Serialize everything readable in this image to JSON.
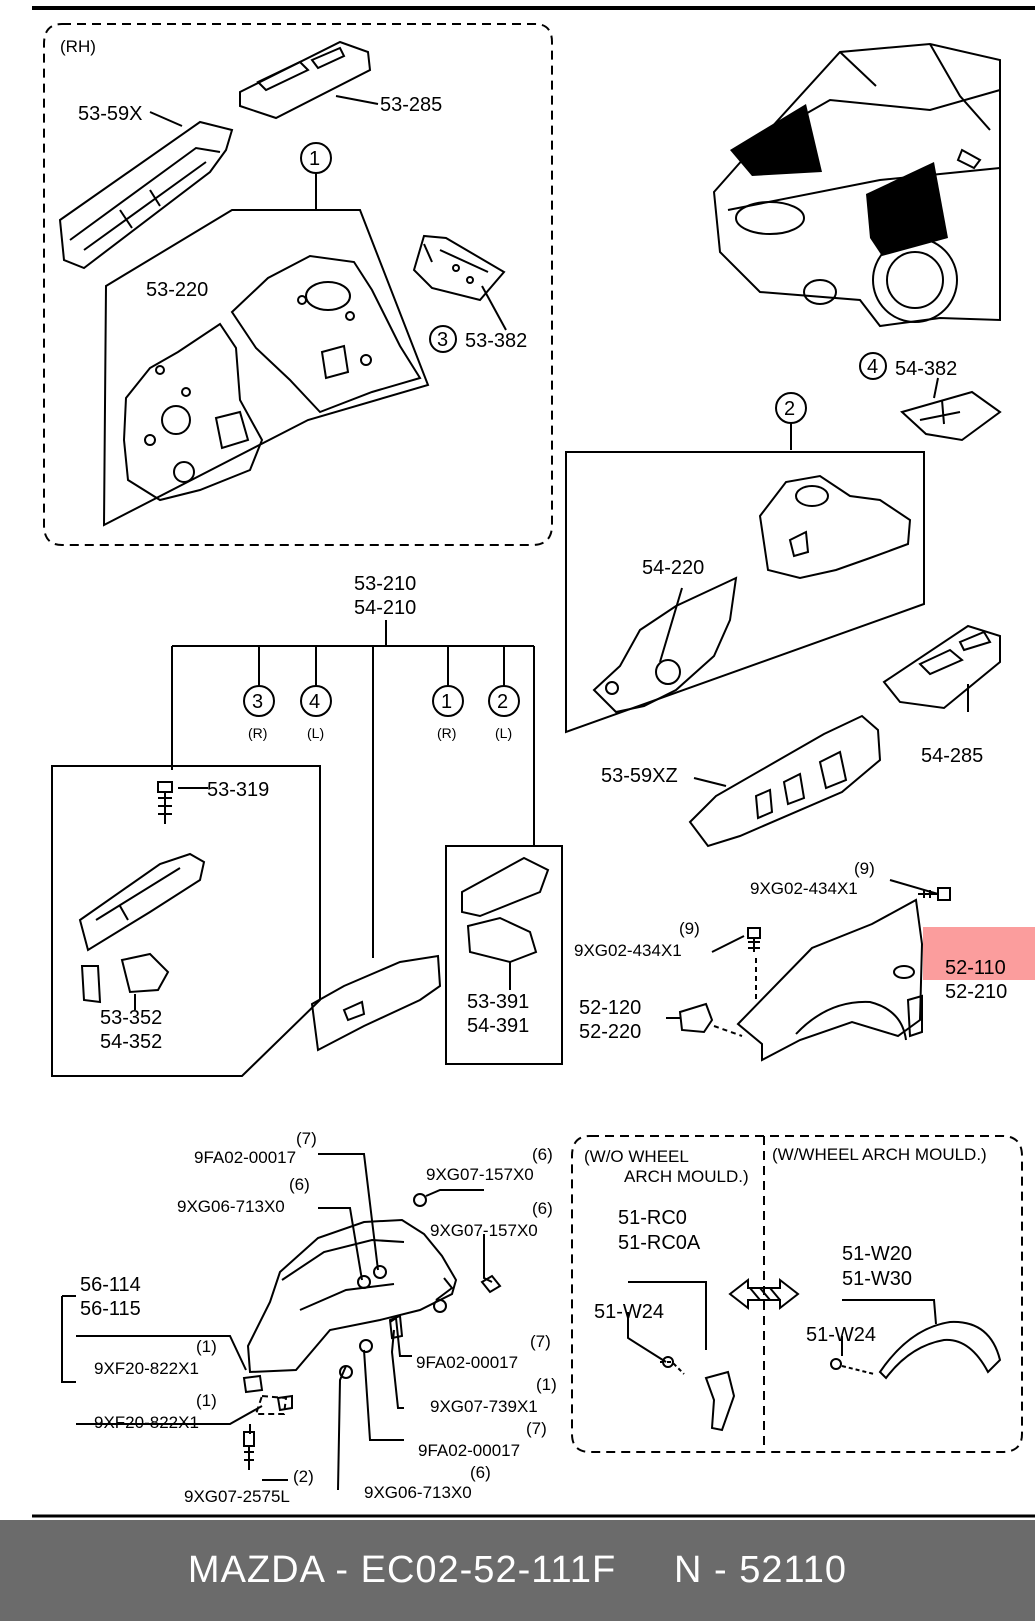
{
  "labels": {
    "rh": "(RH)",
    "p53_59x": "53-59X",
    "p53_285": "53-285",
    "p53_220": "53-220",
    "p53_382": "53-382",
    "p54_382": "54-382",
    "p54_220": "54-220",
    "p54_285": "54-285",
    "p53_210": "53-210",
    "p54_210": "54-210",
    "p53_319": "53-319",
    "p53_352": "53-352",
    "p54_352": "54-352",
    "p53_391": "53-391",
    "p54_391": "54-391",
    "p53_59xz": "53-59XZ",
    "bolt_upper": "9XG02-434X1",
    "bolt_mid": "9XG02-434X1",
    "p52_110": "52-110",
    "p52_210": "52-210",
    "p52_120": "52-120",
    "p52_220": "52-220",
    "c1": "1",
    "c2": "2",
    "c3": "3",
    "c4": "4",
    "sub_r1": "(R)",
    "sub_l1": "(L)",
    "sub_r2": "(R)",
    "sub_l2": "(L)",
    "q9a": "(9)",
    "q9b": "(9)",
    "f9fa02_a": "9FA02-00017",
    "q7a": "(7)",
    "f9xg06_a": "9XG06-713X0",
    "q6a": "(6)",
    "f9xg07_a": "9XG07-157X0",
    "q6b": "(6)",
    "f9xg07_b": "9XG07-157X0",
    "q6c": "(6)",
    "p56_114": "56-114",
    "p56_115": "56-115",
    "f9xf20_a": "9XF20-822X1",
    "q1a": "(1)",
    "f9xf20_b": "9XF20-822X1",
    "q1b": "(1)",
    "f9fa02_b": "9FA02-00017",
    "q7b": "(7)",
    "f9xg07_739": "9XG07-739X1",
    "q1c": "(1)",
    "f9fa02_c": "9FA02-00017",
    "q7c": "(7)",
    "f9xg06_b": "9XG06-713X0",
    "q6d": "(6)",
    "f9xg07_257": "9XG07-2575L",
    "q2": "(2)",
    "wo_wheel_1": "(W/O WHEEL",
    "wo_wheel_2": "ARCH MOULD.)",
    "w_wheel": "(W/WHEEL ARCH MOULD.)",
    "p51_rc0": "51-RC0",
    "p51_rc0a": "51-RC0A",
    "p51_w24a": "51-W24",
    "p51_w20": "51-W20",
    "p51_w30": "51-W30",
    "p51_w24b": "51-W24"
  },
  "footer": {
    "text": "MAZDA - EC02-52-111F     N - 52110"
  },
  "colors": {
    "highlight": "#fb9d9d",
    "footer_bg": "#6b6b6b",
    "footer_text": "#ffffff"
  },
  "icons": [
    "circled-number",
    "bolt-icon",
    "clip-icon",
    "double-arrow-icon",
    "car-icon"
  ]
}
